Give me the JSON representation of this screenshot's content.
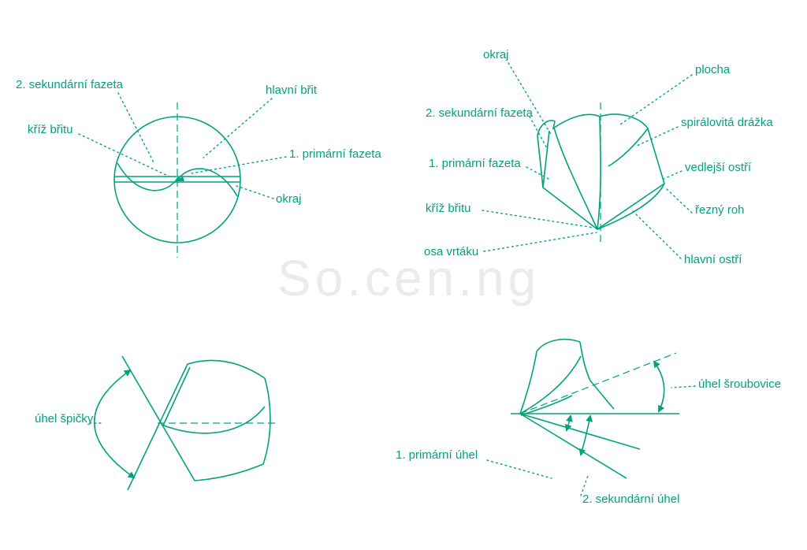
{
  "colors": {
    "accent": "#00A37E"
  },
  "watermark": {
    "text": "So.cen.ng"
  },
  "diagrams": {
    "end_view": {
      "name": "drill end view",
      "labels": {
        "sekundarni_fazeta": "2. sekundární fazeta",
        "kriz_britu": "kříž břitu",
        "hlavni_brit": "hlavní břit",
        "primarni_fazeta": "1. primární fazeta",
        "okraj": "okraj"
      }
    },
    "tip_view": {
      "name": "drill tip isometric view",
      "labels": {
        "okraj": "okraj",
        "plocha": "plocha",
        "sekundarni_fazeta": "2. sekundární fazeta",
        "spiralovita_drazka": "spirálovitá drážka",
        "primarni_fazeta": "1. primární fazeta",
        "vedlejsi_ostri": "vedlejší ostří",
        "kriz_britu": "kříž břitu",
        "rezny_roh": "řezný roh",
        "osa_vrtaku": "osa vrtáku",
        "hlavni_ostri": "hlavní ostří"
      }
    },
    "point_angle": {
      "name": "point angle view",
      "labels": {
        "uhel_spicky": "úhel špičky"
      }
    },
    "helix_angle": {
      "name": "helix and clearance angles view",
      "labels": {
        "uhel_sroubovice": "úhel šroubovice",
        "primarni_uhel": "1. primární úhel",
        "sekundarni_uhel": "2. sekundární úhel"
      }
    }
  }
}
